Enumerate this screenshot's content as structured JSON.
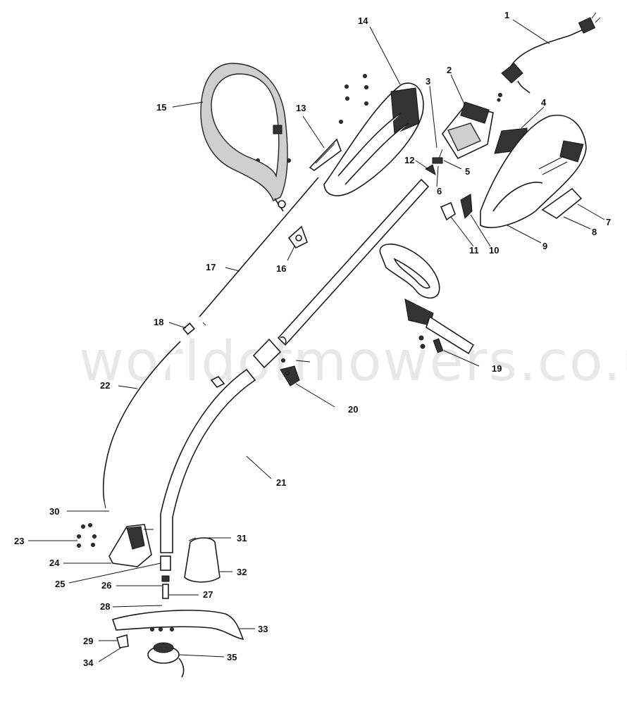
{
  "watermark": "worldofmowers.co.uk",
  "callouts": [
    {
      "id": "1",
      "label": "1"
    },
    {
      "id": "2",
      "label": "2"
    },
    {
      "id": "3",
      "label": "3"
    },
    {
      "id": "4",
      "label": "4"
    },
    {
      "id": "5",
      "label": "5"
    },
    {
      "id": "6",
      "label": "6"
    },
    {
      "id": "7",
      "label": "7"
    },
    {
      "id": "8",
      "label": "8"
    },
    {
      "id": "9",
      "label": "9"
    },
    {
      "id": "10",
      "label": "10"
    },
    {
      "id": "11",
      "label": "11"
    },
    {
      "id": "12",
      "label": "12"
    },
    {
      "id": "13",
      "label": "13"
    },
    {
      "id": "14",
      "label": "14"
    },
    {
      "id": "15",
      "label": "15"
    },
    {
      "id": "16",
      "label": "16"
    },
    {
      "id": "17",
      "label": "17"
    },
    {
      "id": "18",
      "label": "18"
    },
    {
      "id": "19",
      "label": "19"
    },
    {
      "id": "20",
      "label": "20"
    },
    {
      "id": "21",
      "label": "21"
    },
    {
      "id": "22",
      "label": "22"
    },
    {
      "id": "23",
      "label": "23"
    },
    {
      "id": "24",
      "label": "24"
    },
    {
      "id": "25",
      "label": "25"
    },
    {
      "id": "26",
      "label": "26"
    },
    {
      "id": "27",
      "label": "27"
    },
    {
      "id": "28",
      "label": "28"
    },
    {
      "id": "29",
      "label": "29"
    },
    {
      "id": "30",
      "label": "30"
    },
    {
      "id": "31",
      "label": "31"
    },
    {
      "id": "32",
      "label": "32"
    },
    {
      "id": "33",
      "label": "33"
    },
    {
      "id": "34",
      "label": "34"
    },
    {
      "id": "35",
      "label": "35"
    }
  ]
}
